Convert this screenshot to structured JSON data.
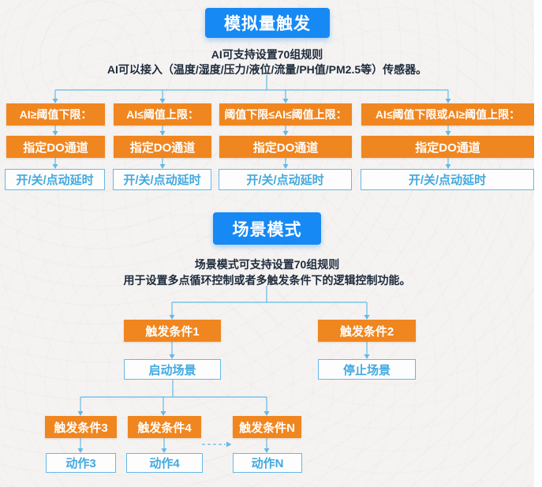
{
  "analog": {
    "title": "模拟量触发",
    "desc1": "AI可支持设置70组规则",
    "desc2": "AI可以接入（温度/湿度/压力/液位/流量/PH值/PM2.5等）传感器。",
    "columns": [
      {
        "condition": "AI≥阈值下限：",
        "channel": "指定DO通道",
        "action": "开/关/点动延时"
      },
      {
        "condition": "AI≤阈值上限：",
        "channel": "指定DO通道",
        "action": "开/关/点动延时"
      },
      {
        "condition": "阈值下限≤AI≤阈值上限：",
        "channel": "指定DO通道",
        "action": "开/关/点动延时"
      },
      {
        "condition": "AI≤阈值下限或AI≥阈值上限：",
        "channel": "指定DO通道",
        "action": "开/关/点动延时"
      }
    ]
  },
  "scene": {
    "title": "场景模式",
    "desc1": "场景模式可支持设置70组规则",
    "desc2": "用于设置多点循环控制或者多触发条件下的逻辑控制功能。",
    "branches": [
      {
        "trigger": "触发条件1",
        "action": "启动场景"
      },
      {
        "trigger": "触发条件2",
        "action": "停止场景"
      }
    ],
    "sub_branches": [
      {
        "trigger": "触发条件3",
        "action": "动作3"
      },
      {
        "trigger": "触发条件4",
        "action": "动作4"
      },
      {
        "trigger": "触发条件N",
        "action": "动作N"
      }
    ]
  },
  "colors": {
    "primary_blue": "#1789f4",
    "accent_orange": "#f0861f",
    "connector_blue": "#64b9e7",
    "box_text_blue": "#42a9e0",
    "description_text": "#1d2b3c",
    "background": "#f5f3f2"
  }
}
